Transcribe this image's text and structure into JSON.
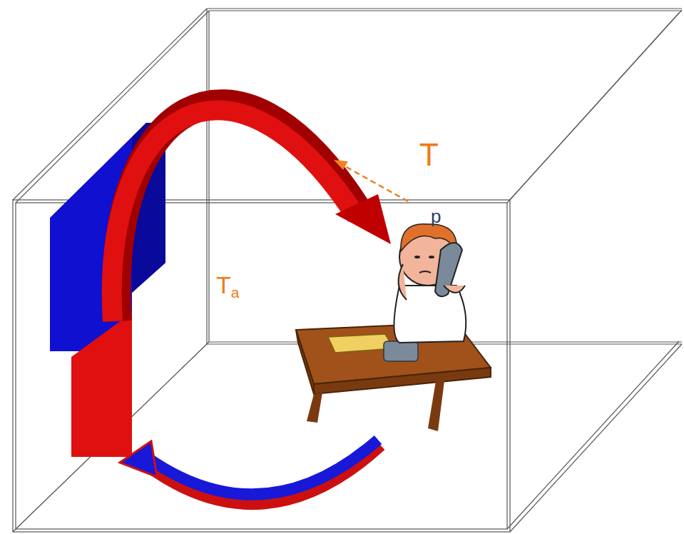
{
  "diagram": {
    "labels": [
      "T",
      "p",
      "Ta"
    ]
  }
}
